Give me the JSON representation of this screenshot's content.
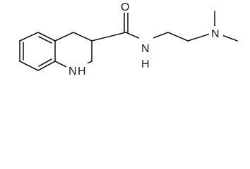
{
  "structure": {
    "atoms": {
      "carbonyl_oxygen": "O",
      "amide_nitrogen": "N",
      "amide_hydrogen": "H",
      "ring_nitrogen": "N",
      "ring_hydrogen": "H",
      "amine_nitrogen": "N"
    }
  }
}
